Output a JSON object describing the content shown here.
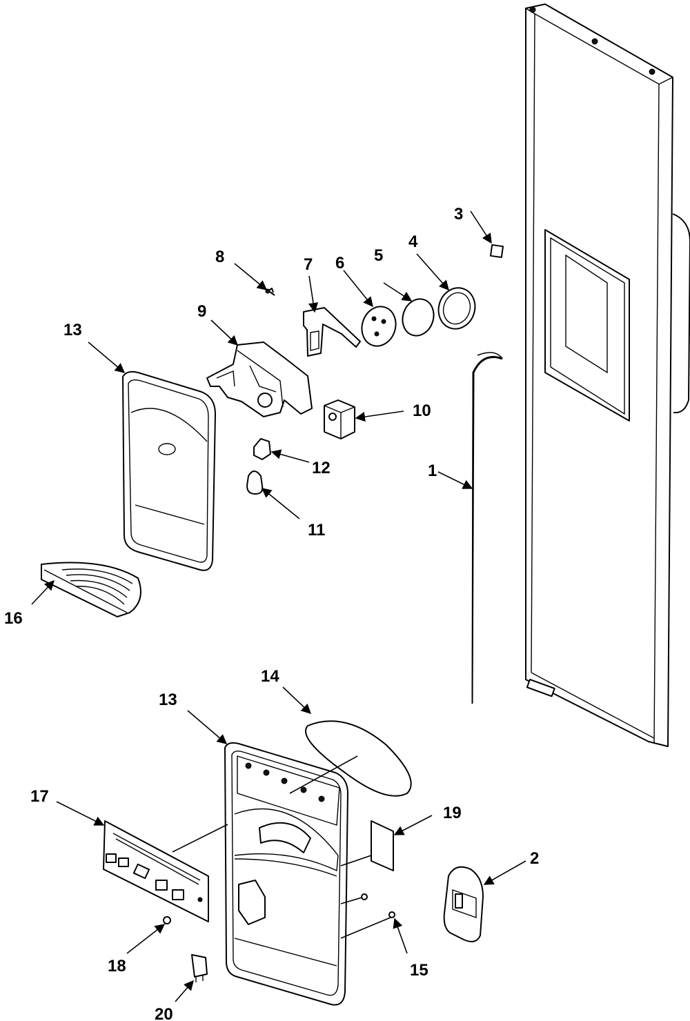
{
  "callouts": {
    "c1": "1",
    "c2": "2",
    "c3": "3",
    "c4": "4",
    "c5": "5",
    "c6": "6",
    "c7": "7",
    "c8": "8",
    "c9": "9",
    "c10": "10",
    "c11": "11",
    "c12": "12",
    "c13_upper": "13",
    "c13_lower": "13",
    "c14": "14",
    "c15": "15",
    "c16": "16",
    "c17": "17",
    "c18": "18",
    "c19": "19",
    "c20": "20"
  }
}
